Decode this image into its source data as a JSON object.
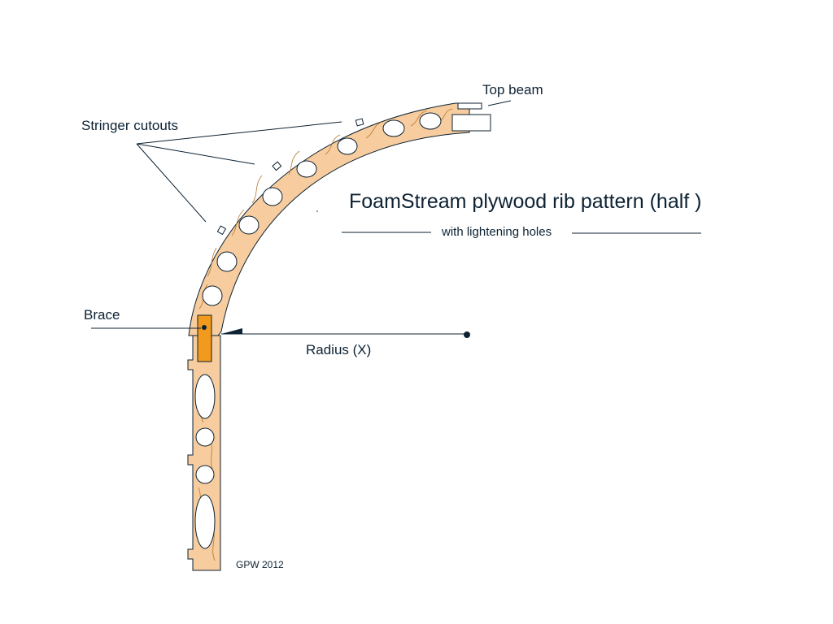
{
  "title": "FoamStream plywood rib pattern  (half )",
  "subtitle": "with lightening holes",
  "labels": {
    "stringer": "Stringer cutouts",
    "top_beam": "Top beam",
    "brace": "Brace",
    "radius": "Radius  (X)"
  },
  "credit": "GPW 2012",
  "colors": {
    "plywood": "#f7cc9e",
    "brace": "#f29a1e",
    "outline": "#0d2233",
    "grain": "#b57a2c"
  }
}
